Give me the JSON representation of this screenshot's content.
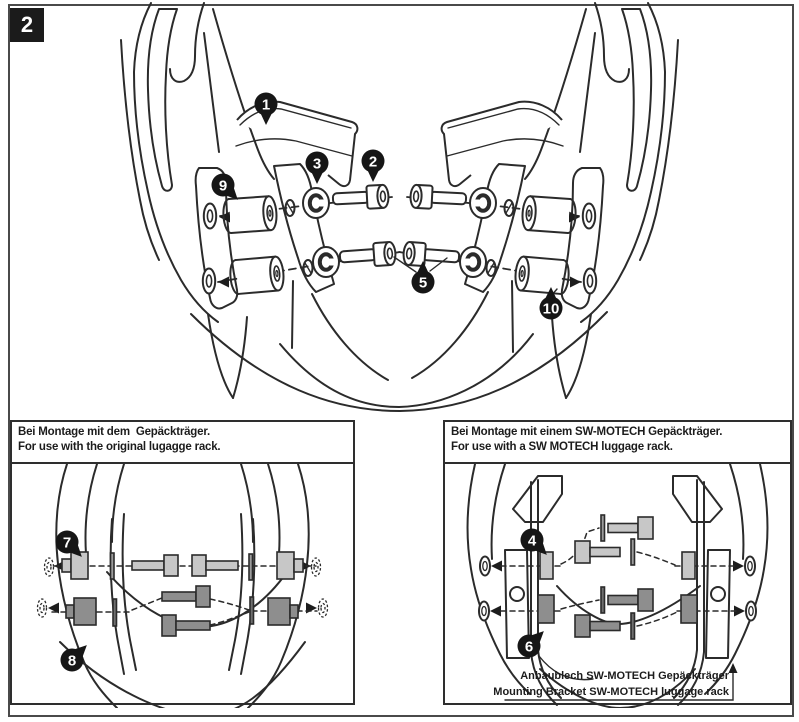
{
  "page": {
    "step_label": "2"
  },
  "colors": {
    "outline": "#2b2b2b",
    "light_part": "#c7c7c7",
    "dark_part": "#8e8e8e",
    "callout_bg": "#161616",
    "page_border": "#4a4a4a"
  },
  "main_diagram": {
    "description": "exploded view of adapter brackets on motorcycle rear grab handles",
    "callouts": {
      "c1": "1",
      "c2": "2",
      "c3": "3",
      "c5": "5",
      "c9": "9",
      "c10": "10"
    }
  },
  "panel_left": {
    "title_line1": "Bei Montage mit dem  Gepäckträger.",
    "title_line2": "For use with the original lugagge rack.",
    "callouts": {
      "c7": "7",
      "c8": "8"
    }
  },
  "panel_right": {
    "title_line1": "Bei Montage mit einem SW-MOTECH Gepäckträger.",
    "title_line2": "For use with a SW MOTECH luggage rack.",
    "callouts": {
      "c4": "4",
      "c6": "6"
    },
    "bracket_label_line1": "Anbaublech SW-MOTECH Gepäckträger",
    "bracket_label_line2": "Mounting Bracket SW-MOTECH luggage rack"
  }
}
